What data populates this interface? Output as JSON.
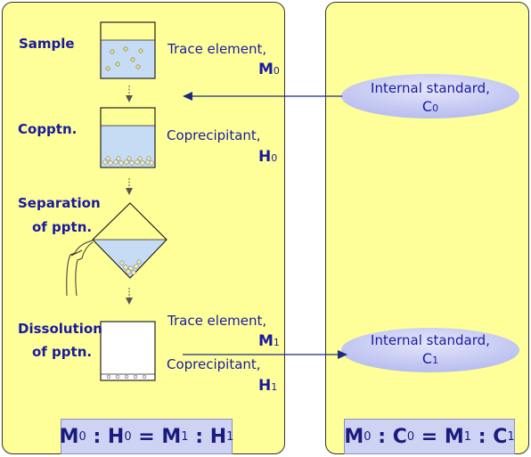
{
  "steps": {
    "sample": "Sample",
    "copptn": "Copptn.",
    "separation_line1": "Separation",
    "separation_line2": "of pptn.",
    "dissolution_line1": "Dissolution",
    "dissolution_line2": "of pptn."
  },
  "species": {
    "trace_element_0": {
      "label": "Trace element,",
      "symbol": "M",
      "sub": "0"
    },
    "coprecipitant_0": {
      "label": "Coprecipitant,",
      "symbol": "H",
      "sub": "0"
    },
    "trace_element_1": {
      "label": "Trace element,",
      "symbol": "M",
      "sub": "1"
    },
    "coprecipitant_1": {
      "label": "Coprecipitant,",
      "symbol": "H",
      "sub": "1"
    }
  },
  "internal_standard": {
    "top": {
      "label": "Internal standard,",
      "symbol": "C",
      "sub": "0"
    },
    "bottom": {
      "label": "Internal standard,",
      "symbol": "C",
      "sub": "1"
    }
  },
  "equations": {
    "left": {
      "a": "M",
      "a_sub": "0",
      "b": "H",
      "b_sub": "0",
      "c": "M",
      "c_sub": "1",
      "d": "H",
      "d_sub": "1"
    },
    "right": {
      "a": "M",
      "a_sub": "0",
      "b": "C",
      "b_sub": "0",
      "c": "M",
      "c_sub": "1",
      "d": "C",
      "d_sub": "1"
    }
  },
  "colors": {
    "panel": "#ffff99",
    "text": "#1a1aa0",
    "ellipse": "#c8ccf2",
    "liquid": "#c6dcf5",
    "equation_box": "#cfd3f3"
  }
}
